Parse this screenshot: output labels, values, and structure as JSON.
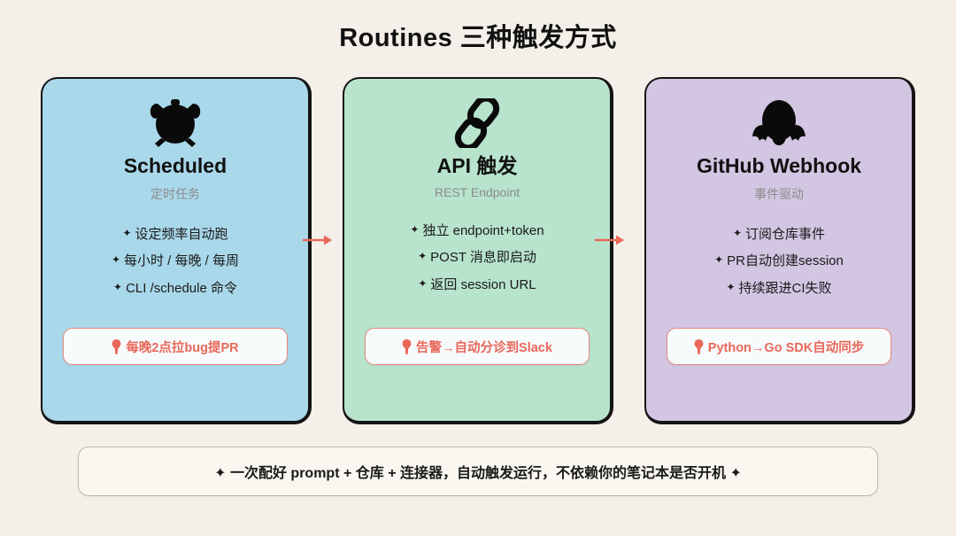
{
  "title": "Routines 三种触发方式",
  "theme": {
    "background": "#F4F0E9",
    "border": "#141414",
    "accent": "#E8685A",
    "subtitle_gray": "#8C8C8C"
  },
  "cards": [
    {
      "icon": "alarm-clock-icon",
      "bg": "#A9D8EA",
      "title": "Scheduled",
      "subtitle": "定时任务",
      "bullets": [
        "设定频率自动跑",
        "每小时 / 每晚 / 每周",
        "CLI /schedule 命令"
      ],
      "badge": {
        "icon": "pin-icon",
        "text": "每晚2点拉bug提PR"
      }
    },
    {
      "icon": "chain-link-icon",
      "bg": "#B8E3CC",
      "title": "API 触发",
      "subtitle": "REST Endpoint",
      "bullets": [
        "独立 endpoint+token",
        "POST 消息即启动",
        "返回 session URL"
      ],
      "badge": {
        "icon": "pin-icon",
        "text": "告警→自动分诊到Slack"
      }
    },
    {
      "icon": "octocat-icon",
      "bg": "#D2C6E2",
      "title": "GitHub Webhook",
      "subtitle": "事件驱动",
      "bullets": [
        "订阅仓库事件",
        "PR自动创建session",
        "持续跟进CI失败"
      ],
      "badge": {
        "icon": "pin-icon",
        "text": "Python→Go SDK自动同步"
      }
    }
  ],
  "arrows": [
    {
      "name": "arrow-card1-to-card2",
      "color": "#E8685A"
    },
    {
      "name": "arrow-card2-to-card3",
      "color": "#E8685A"
    }
  ],
  "bullet_marker": "✦",
  "footer": {
    "text": "✦ 一次配好 prompt + 仓库 + 连接器，自动触发运行，不依赖你的笔记本是否开机 ✦"
  }
}
